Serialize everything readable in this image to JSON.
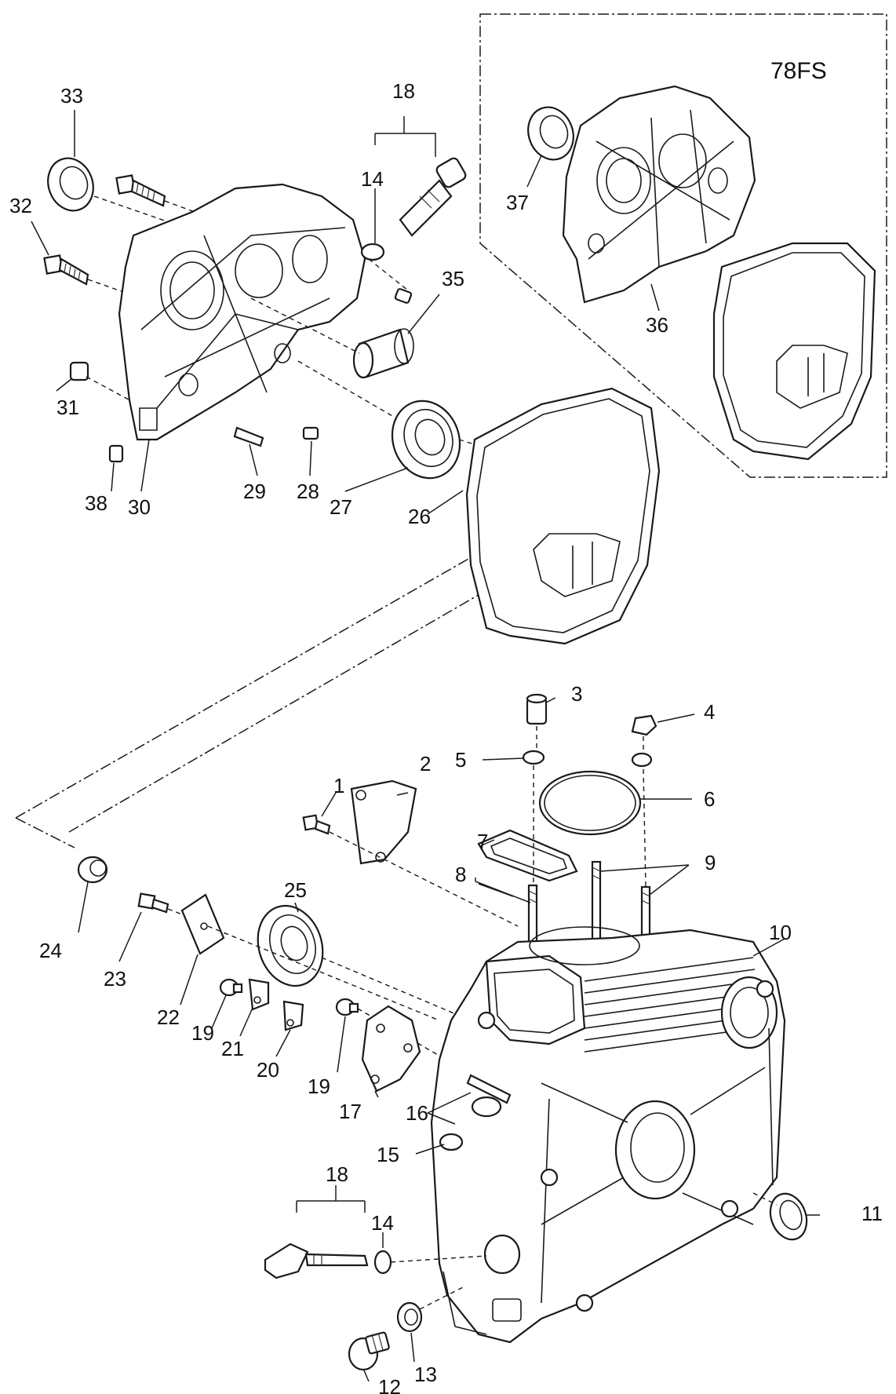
{
  "inset": {
    "title": "78FS"
  },
  "callouts": [
    {
      "id": "c1",
      "text": "1"
    },
    {
      "id": "c2",
      "text": "2"
    },
    {
      "id": "c3",
      "text": "3"
    },
    {
      "id": "c4",
      "text": "4"
    },
    {
      "id": "c5",
      "text": "5"
    },
    {
      "id": "c6",
      "text": "6"
    },
    {
      "id": "c7",
      "text": "7"
    },
    {
      "id": "c8",
      "text": "8"
    },
    {
      "id": "c9",
      "text": "9"
    },
    {
      "id": "c10",
      "text": "10"
    },
    {
      "id": "c11",
      "text": "11"
    },
    {
      "id": "c12",
      "text": "12"
    },
    {
      "id": "c13",
      "text": "13"
    },
    {
      "id": "c14a",
      "text": "14"
    },
    {
      "id": "c14b",
      "text": "14"
    },
    {
      "id": "c15",
      "text": "15"
    },
    {
      "id": "c16",
      "text": "16"
    },
    {
      "id": "c17",
      "text": "17"
    },
    {
      "id": "c18a",
      "text": "18"
    },
    {
      "id": "c18b",
      "text": "18"
    },
    {
      "id": "c19a",
      "text": "19"
    },
    {
      "id": "c19b",
      "text": "19"
    },
    {
      "id": "c20",
      "text": "20"
    },
    {
      "id": "c21",
      "text": "21"
    },
    {
      "id": "c22",
      "text": "22"
    },
    {
      "id": "c23",
      "text": "23"
    },
    {
      "id": "c24",
      "text": "24"
    },
    {
      "id": "c25",
      "text": "25"
    },
    {
      "id": "c26",
      "text": "26"
    },
    {
      "id": "c27",
      "text": "27"
    },
    {
      "id": "c28",
      "text": "28"
    },
    {
      "id": "c29",
      "text": "29"
    },
    {
      "id": "c30",
      "text": "30"
    },
    {
      "id": "c31",
      "text": "31"
    },
    {
      "id": "c32",
      "text": "32"
    },
    {
      "id": "c33",
      "text": "33"
    },
    {
      "id": "c35",
      "text": "35"
    },
    {
      "id": "c36",
      "text": "36"
    },
    {
      "id": "c37",
      "text": "37"
    },
    {
      "id": "c38",
      "text": "38"
    }
  ]
}
